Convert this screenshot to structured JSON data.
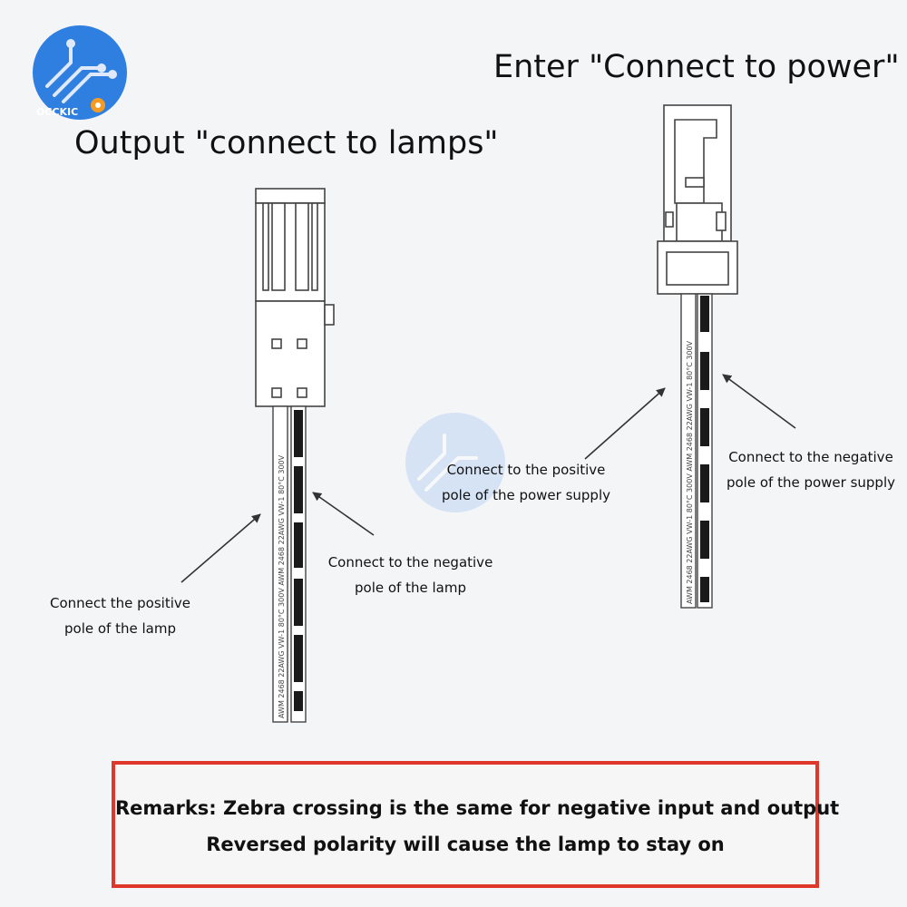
{
  "logo": {
    "text": "OCCKIC",
    "icon": "circuit-gear-logo",
    "color": "#2f7fe0"
  },
  "output": {
    "title": "Output \"connect to lamps\"",
    "positive_label_1": "Connect the positive",
    "positive_label_2": "pole of the lamp",
    "negative_label_1": "Connect to the negative",
    "negative_label_2": "pole of the lamp",
    "wire_print": "AWM 2468 22AWG VW-1 80°C 300V AWM 2468 22AWG VW-1 80°C 300V"
  },
  "input": {
    "title": "Enter \"Connect to power\"",
    "positive_label_1": "Connect to the positive",
    "positive_label_2": "pole of the power supply",
    "negative_label_1": "Connect to the negative",
    "negative_label_2": "pole of the power supply",
    "wire_print": "AWM 2468 22AWG VW-1 80°C 300V AWM 2468 22AWG VW-1 80°C 300V"
  },
  "remarks": {
    "line1": "Remarks: Zebra crossing is the same for negative input and output",
    "line2": "Reversed polarity will cause the lamp to stay on",
    "border_color": "#e0372c"
  }
}
